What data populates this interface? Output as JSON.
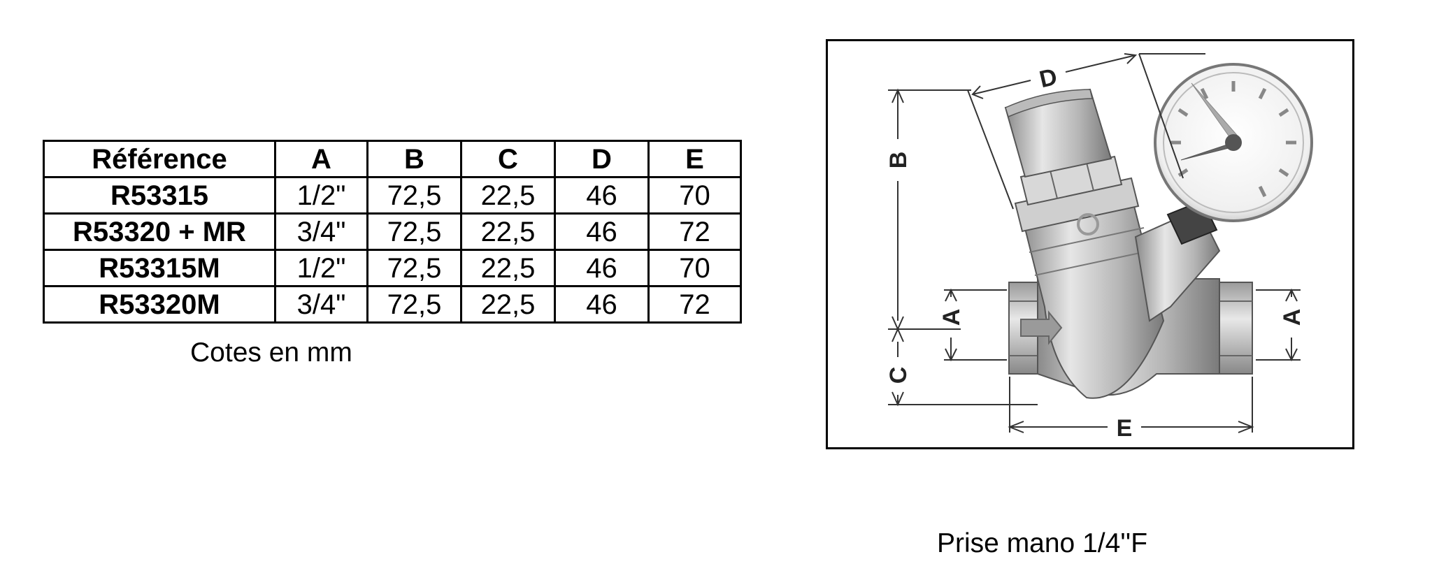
{
  "table": {
    "headers": [
      "Référence",
      "A",
      "B",
      "C",
      "D",
      "E"
    ],
    "rows": [
      [
        "R53315",
        "1/2\"",
        "72,5",
        "22,5",
        "46",
        "70"
      ],
      [
        "R53320 + MR",
        "3/4\"",
        "72,5",
        "22,5",
        "46",
        "72"
      ],
      [
        "R53315M",
        "1/2\"",
        "72,5",
        "22,5",
        "46",
        "70"
      ],
      [
        "R53320M",
        "3/4\"",
        "72,5",
        "22,5",
        "46",
        "72"
      ]
    ]
  },
  "units_note": "Cotes en mm",
  "diagram": {
    "dimension_labels": {
      "A": "A",
      "B": "B",
      "C": "C",
      "D": "D",
      "E": "E"
    }
  },
  "gauge_note": "Prise mano 1/4''F"
}
